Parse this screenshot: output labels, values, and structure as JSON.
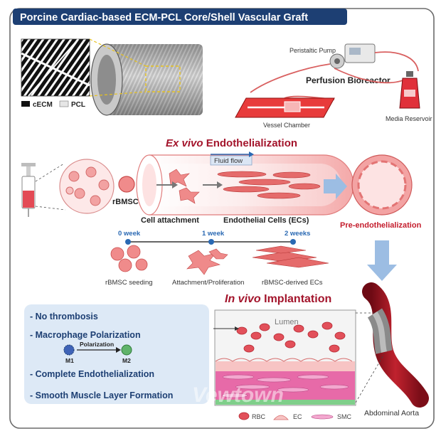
{
  "title": "Porcine Cardiac-based ECM-PCL Core/Shell Vascular Graft",
  "legend_scaffold": {
    "cecm": "cECM",
    "pcl": "PCL"
  },
  "bioreactor": {
    "pump": "Peristaltic Pump",
    "title": "Perfusion Bioreactor",
    "chamber": "Vessel Chamber",
    "reservoir": "Media Reservoir"
  },
  "endothelialization": {
    "title_italic": "Ex vivo",
    "title_rest": " Endothelialization",
    "fluid_flow": "Fluid flow",
    "rbmsc": "rBMSC",
    "cell_attachment": "Cell attachment",
    "endothelial_cells": "Endothelial Cells (ECs)",
    "pre_endo": "Pre-endothelialization"
  },
  "timeline": {
    "weeks": [
      "0 week",
      "1 week",
      "2 weeks"
    ],
    "stages": [
      "rBMSC seeding",
      "Attachment/Proliferation",
      "rBMSC-derived ECs"
    ]
  },
  "implantation": {
    "title_italic": "In vivo",
    "title_rest": " Implantation",
    "lumen": "Lumen",
    "aorta": "Abdominal Aorta",
    "outcomes": [
      "- No thrombosis",
      "- Macrophage Polarization",
      "- Complete Endothelialization",
      "- Smooth Muscle Layer Formation"
    ],
    "polarization": "Polarization",
    "m1": "M1",
    "m2": "M2",
    "legend": [
      "RBC",
      "EC",
      "SMC"
    ]
  },
  "watermark": "Vewtown",
  "colors": {
    "title_bar": "#1d3f73",
    "dark_red": "#a3142b",
    "accent_blue": "#2a69b3",
    "panel_blue": "#dde9f6",
    "arrow_blue": "#9cbde3"
  }
}
